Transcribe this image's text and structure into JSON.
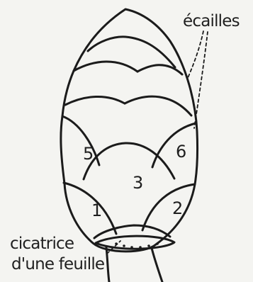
{
  "labels": {
    "scales": "écailles",
    "scar_line_1": "cicatrice",
    "scar_line_2": "d'une feuille"
  },
  "scale_numbers": [
    "1",
    "2",
    "3",
    "5",
    "6"
  ]
}
